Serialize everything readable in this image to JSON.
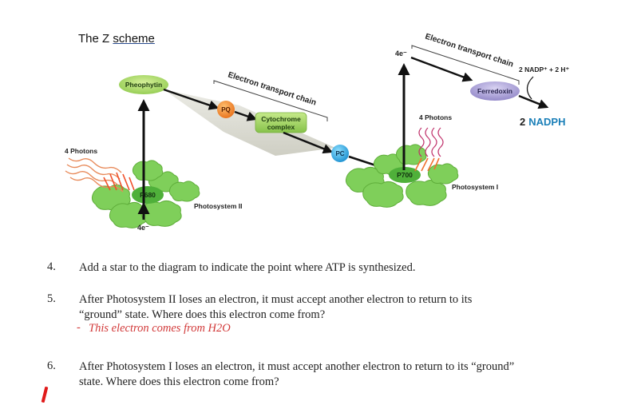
{
  "diagram": {
    "title_prefix": "The Z ",
    "title_underlined": "scheme",
    "photosystem2": {
      "label": "Photosystem II",
      "reaction_center": "P680",
      "photons": "4 Photons",
      "electrons_in": "4e⁻"
    },
    "photosystem1": {
      "label": "Photosystem I",
      "reaction_center": "P700",
      "photons": "4 Photons",
      "electrons_out": "4e⁻"
    },
    "carriers": {
      "pheophytin": "Pheophytin",
      "pq": "PQ",
      "cytochrome_line1": "Cytochrome",
      "cytochrome_line2": "complex",
      "pc": "PC",
      "ferredoxin": "Ferredoxin"
    },
    "etc_label_1": "Electron transport chain",
    "etc_label_2": "Electron transport chain",
    "reactants": "2 NADP⁺  +  2 H⁺",
    "product_count": "2",
    "product_name": "NADPH",
    "colors": {
      "pheophytin": "#a8d66a",
      "pq": "#f08a2a",
      "cytochrome": "#9fd05a",
      "pc": "#2aa3e0",
      "ferredoxin": "#a99fd6",
      "nadph": "#1a7fb8",
      "photosystem": "#7fcf5a",
      "photon_ps2": "#f06a3a",
      "photon_ps1": "#c0306a"
    }
  },
  "questions": [
    {
      "number": "4.",
      "lines": [
        "Add a star to the diagram to indicate the point where ATP is synthesized."
      ]
    },
    {
      "number": "5.",
      "lines": [
        "After Photosystem II loses an electron, it must accept another electron to return to its",
        "“ground” state. Where does this electron come from?"
      ],
      "answer_marker": "-",
      "answer": "This electron comes from H2O"
    },
    {
      "number": "6.",
      "lines": [
        "After Photosystem I loses an electron, it must accept another electron to return to its “ground”",
        "state. Where does this electron come from?"
      ]
    }
  ]
}
